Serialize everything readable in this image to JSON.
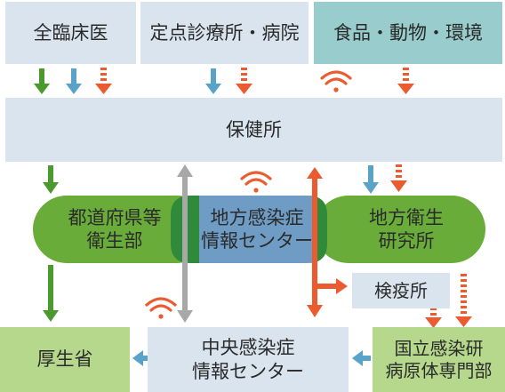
{
  "top_row": {
    "hospitals": "全臨床医",
    "sentinel": "定点診療所・病院",
    "environment": "食品・動物・環境"
  },
  "health_center": "保健所",
  "middle": {
    "prefecture": [
      "都道府県等",
      "衛生部"
    ],
    "local_center": [
      "地方感染症",
      "情報センター"
    ],
    "local_institute": [
      "地方衛生",
      "研究所"
    ]
  },
  "quarantine": "検疫所",
  "bottom_row": {
    "ministry": "厚生省",
    "central_center": [
      "中央感染症",
      "情報センター"
    ],
    "niid": [
      "国立感染研",
      "病原体専門部"
    ]
  },
  "colors": {
    "box_light_blue": "#d9e4ee",
    "box_teal": "#99cccc",
    "green": "#6aac3a",
    "green_dark": "#4a9a2e",
    "box_green_light": "#b5d88c",
    "center_blue": "#6e9cc4",
    "arrow_blue": "#5aa3c8",
    "arrow_red": "#ec5a30",
    "arrow_gray": "#a8a8a8"
  }
}
